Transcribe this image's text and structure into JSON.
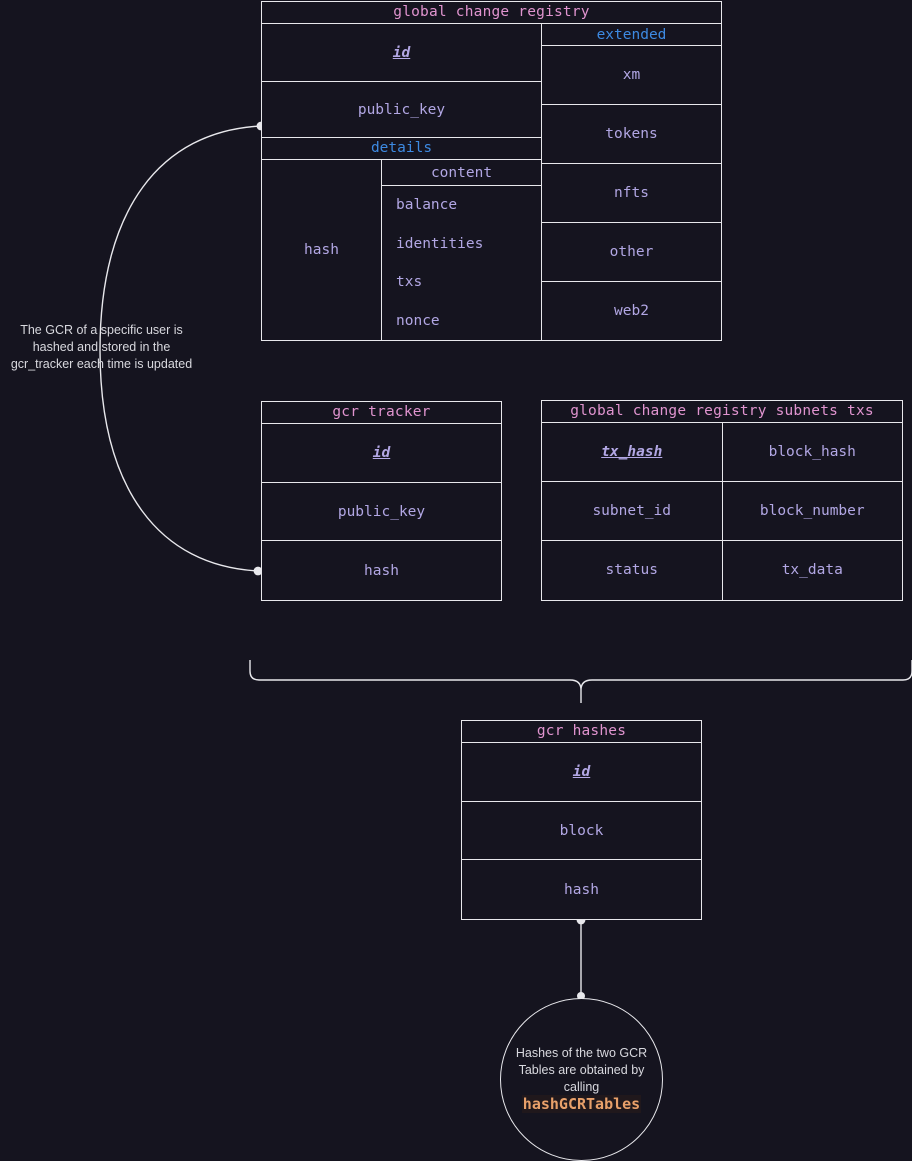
{
  "theme": {
    "background": "#15141f",
    "line": "#e8e8ec",
    "title_color": "#e094cf",
    "field_color": "#b2a7e4",
    "group_header_color": "#3d8ae2",
    "note_color": "#d8d8de",
    "code_accent": "#e8a06a"
  },
  "tables": {
    "gcr": {
      "title": "global change registry",
      "pk": "id",
      "public_key": "public_key",
      "details_header": "details",
      "details_hash": "hash",
      "content_header": "content",
      "content_fields": [
        "balance",
        "identities",
        "txs",
        "nonce"
      ],
      "extended_header": "extended",
      "extended_fields": [
        "xm",
        "tokens",
        "nfts",
        "other",
        "web2"
      ]
    },
    "tracker": {
      "title": "gcr tracker",
      "rows": [
        "id",
        "public_key",
        "hash"
      ],
      "pk_index": 0
    },
    "subnets_txs": {
      "title": "global change registry subnets txs",
      "rows": [
        [
          "tx_hash",
          "block_hash"
        ],
        [
          "subnet_id",
          "block_number"
        ],
        [
          "status",
          "tx_data"
        ]
      ],
      "pk": "tx_hash"
    },
    "hashes": {
      "title": "gcr hashes",
      "rows": [
        "id",
        "block",
        "hash"
      ],
      "pk_index": 0
    }
  },
  "notes": {
    "left": "The GCR of a specific user is hashed and stored in the gcr_tracker each time is updated",
    "circle_line1": "Hashes of the two GCR",
    "circle_line2": "Tables are obtained by",
    "circle_line3_prefix": "calling ",
    "circle_code": "hashGCRTables"
  }
}
